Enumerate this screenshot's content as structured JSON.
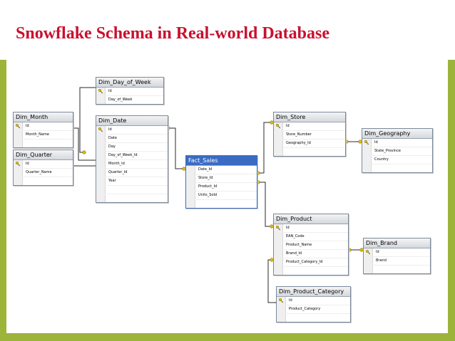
{
  "title": "Snowflake Schema in Real-world Database",
  "tables": {
    "day_of_week": {
      "name": "Dim_Day_of_Week",
      "columns": [
        "Id",
        "Day_of_Week"
      ]
    },
    "month": {
      "name": "Dim_Month",
      "columns": [
        "Id",
        "Month_Name"
      ]
    },
    "quarter": {
      "name": "Dim_Quarter",
      "columns": [
        "Id",
        "Quarter_Name"
      ]
    },
    "date": {
      "name": "Dim_Date",
      "columns": [
        "Id",
        "Date",
        "Day",
        "Day_of_Week_Id",
        "Month_Id",
        "Quarter_Id",
        "Year"
      ]
    },
    "fact_sales": {
      "name": "Fact_Sales",
      "columns": [
        "Date_Id",
        "Store_Id",
        "Product_Id",
        "Units_Sold"
      ]
    },
    "store": {
      "name": "Dim_Store",
      "columns": [
        "Id",
        "Store_Number",
        "Geography_Id"
      ]
    },
    "geography": {
      "name": "Dim_Geography",
      "columns": [
        "Id",
        "State_Province",
        "Country"
      ]
    },
    "product": {
      "name": "Dim_Product",
      "columns": [
        "Id",
        "EAN_Code",
        "Product_Name",
        "Brand_Id",
        "Product_Category_Id"
      ]
    },
    "brand": {
      "name": "Dim_Brand",
      "columns": [
        "Id",
        "Brand"
      ]
    },
    "product_category": {
      "name": "Dim_Product_Category",
      "columns": [
        "Id",
        "Product_Category"
      ]
    }
  },
  "colors": {
    "title": "#c8102e",
    "frame": "#9cb43a",
    "selected_header": "#3a6cc4",
    "key": "#e0b800"
  },
  "icons": {
    "primary_key": "key-icon"
  }
}
